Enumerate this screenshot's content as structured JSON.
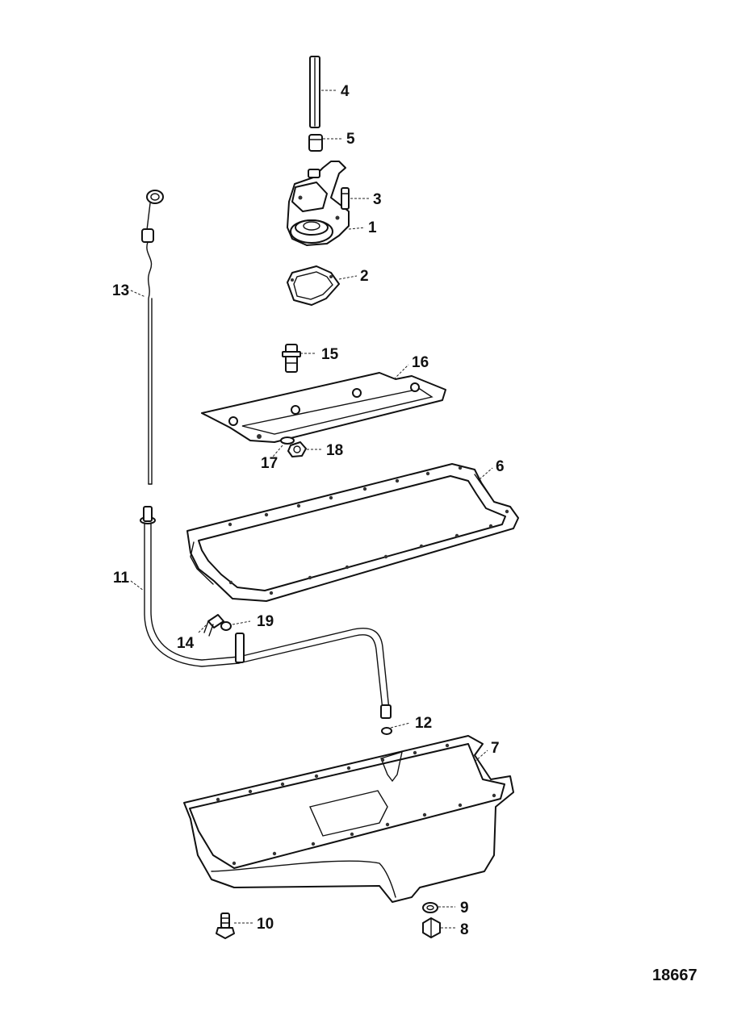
{
  "diagram": {
    "figure_number": "18667",
    "callouts": {
      "c1": "1",
      "c2": "2",
      "c3": "3",
      "c4": "4",
      "c5": "5",
      "c6": "6",
      "c7": "7",
      "c8": "8",
      "c9": "9",
      "c10": "10",
      "c11": "11",
      "c12": "12",
      "c13": "13",
      "c14": "14",
      "c15": "15",
      "c16": "16",
      "c17": "17",
      "c18": "18",
      "c19": "19"
    }
  }
}
